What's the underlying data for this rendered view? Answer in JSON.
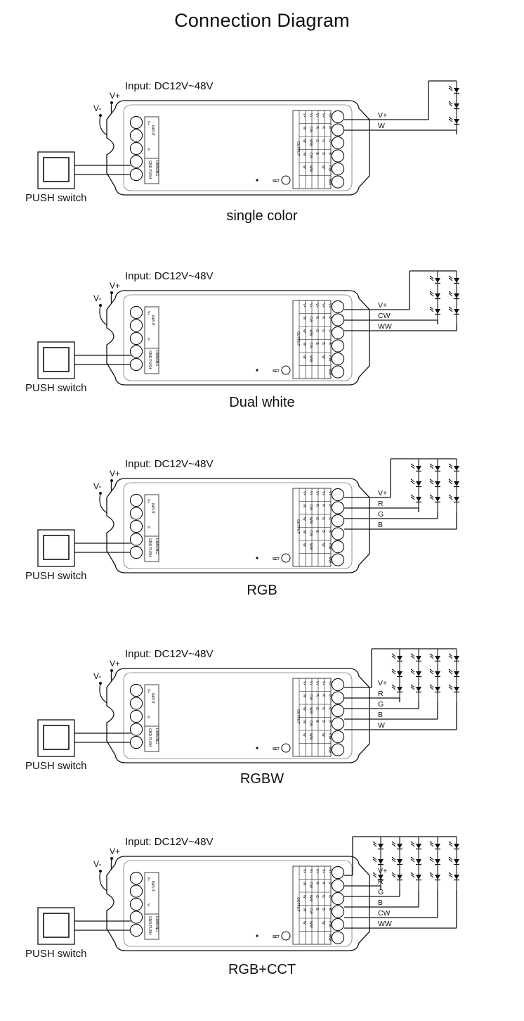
{
  "page": {
    "title": "Connection Diagram"
  },
  "common": {
    "input_label": "Input: DC12V~48V",
    "v_plus": "V+",
    "v_minus": "V-",
    "push_switch": "PUSH switch",
    "input_block": "INPUT",
    "input_pins": [
      "V+",
      "V-"
    ],
    "dimming_block": "DIMMING",
    "dimming_pins": "GND PUSH",
    "output_block": "OUTPUT",
    "set_label": "SET",
    "output_table": [
      [
        "V+",
        "V+",
        "V+",
        "V+",
        "V+"
      ],
      [
        "W",
        "CW",
        "R",
        "R",
        "R"
      ],
      [
        "W",
        "WW",
        "G",
        "G",
        "G"
      ],
      [
        "W",
        "CW",
        "B",
        "B",
        "B"
      ],
      [
        "W",
        "WW",
        "",
        "W",
        "CW"
      ],
      [
        "",
        "",
        "",
        "",
        "WW"
      ]
    ]
  },
  "panels": [
    {
      "id": "single-color",
      "caption": "single color",
      "wires": [
        "V+",
        "W"
      ]
    },
    {
      "id": "dual-white",
      "caption": "Dual white",
      "wires": [
        "V+",
        "CW",
        "WW"
      ]
    },
    {
      "id": "rgb",
      "caption": "RGB",
      "wires": [
        "V+",
        "R",
        "G",
        "B"
      ]
    },
    {
      "id": "rgbw",
      "caption": "RGBW",
      "wires": [
        "V+",
        "R",
        "G",
        "B",
        "W"
      ]
    },
    {
      "id": "rgb-cct",
      "caption": "RGB+CCT",
      "wires": [
        "V+",
        "R",
        "G",
        "B",
        "CW",
        "WW"
      ]
    }
  ]
}
